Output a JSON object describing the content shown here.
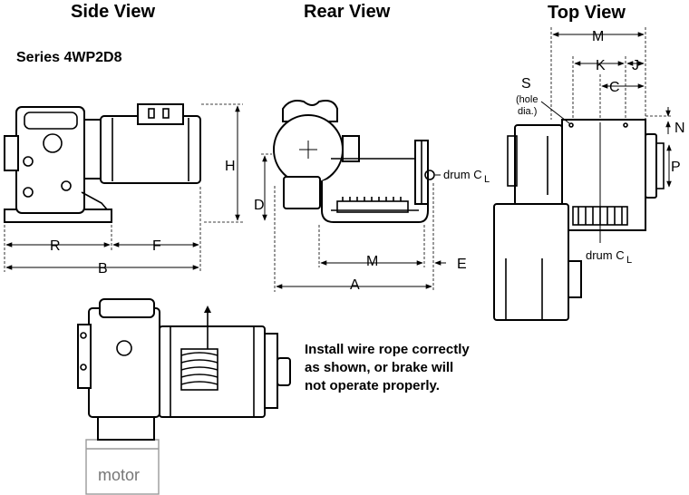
{
  "titles": {
    "side_view": "Side View",
    "rear_view": "Rear View",
    "top_view": "Top View",
    "series": "Series 4WP2D8"
  },
  "dimensions": {
    "H": "H",
    "D": "D",
    "R": "R",
    "F": "F",
    "B": "B",
    "M_rear": "M",
    "A": "A",
    "E": "E",
    "M_top": "M",
    "K": "K",
    "J": "J",
    "C": "C",
    "N": "N",
    "P": "P",
    "S": "S"
  },
  "labels": {
    "hole_line1": "(hole",
    "hole_line2": "dia.)",
    "drum_rear": "drum C",
    "drum_rear_sub": "L",
    "drum_top": "drum C",
    "drum_top_sub": "L",
    "motor": "motor"
  },
  "note": {
    "line1": "Install wire rope correctly",
    "line2": "as shown, or brake will",
    "line3": "not operate properly."
  }
}
